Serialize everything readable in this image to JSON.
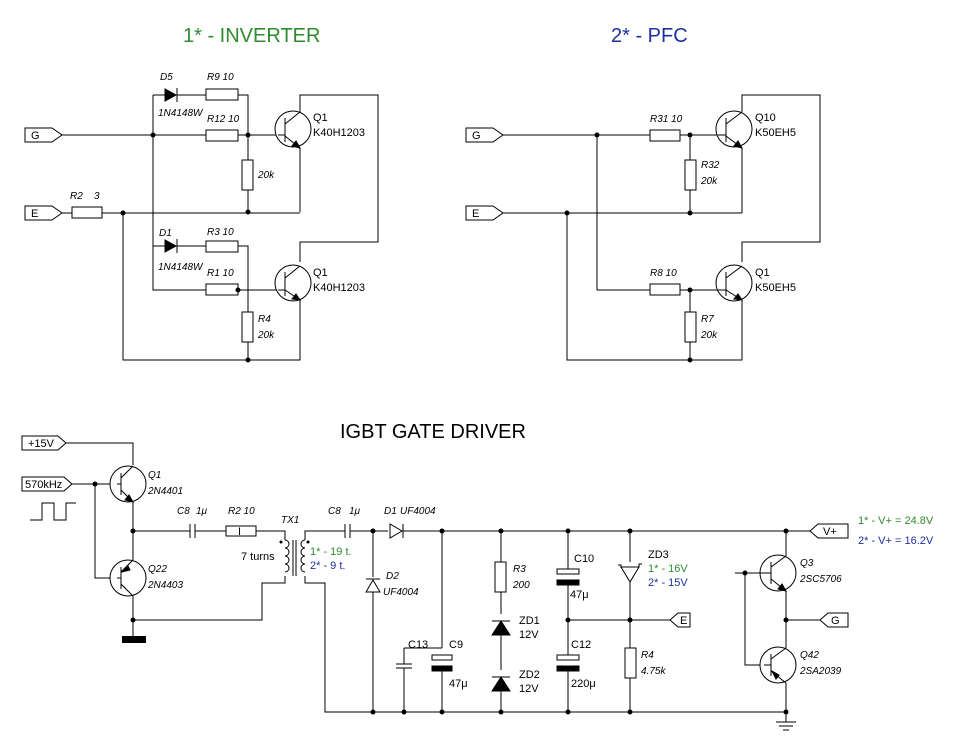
{
  "titles": {
    "inverter": "1* - INVERTER",
    "pfc": "2* - PFC",
    "driver": "IGBT GATE DRIVER"
  },
  "colors": {
    "inverter": "#2e8b2e",
    "pfc": "#1f2f9f"
  },
  "inverter": {
    "port_g": "G",
    "port_e": "E",
    "d5": "D5",
    "d5_part": "1N4148W",
    "r9": "R9 10",
    "r12": "R12 10",
    "q1_top": "Q1",
    "q1_top_part": "K40H1203",
    "r_20k_top": "20k",
    "r2": "R2",
    "r2_val": "3",
    "d1": "D1",
    "d1_part": "1N4148W",
    "r3": "R3 10",
    "r1": "R1 10",
    "q1_bot": "Q1",
    "q1_bot_part": "K40H1203",
    "r4": "R4",
    "r4_val": "20k"
  },
  "pfc": {
    "port_g": "G",
    "port_e": "E",
    "r31": "R31 10",
    "q10": "Q10",
    "q10_part": "K50EH5",
    "r32": "R32",
    "r32_val": "20k",
    "r8": "R8 10",
    "q1": "Q1",
    "q1_part": "K50EH5",
    "r7": "R7",
    "r7_val": "20k"
  },
  "driver": {
    "supply": "+15V",
    "input": "570kHz",
    "q1": "Q1",
    "q1_part": "2N4401",
    "q22": "Q22",
    "q22_part": "2N4403",
    "c8a": "C8",
    "c8a_val": "1μ",
    "r2": "R2 10",
    "tx1": "TX1",
    "turns_primary": "7 turns",
    "turns_sec_1": "1* - 19 t.",
    "turns_sec_2": "2* -  9 t.",
    "c8b": "C8",
    "c8b_val": "1μ",
    "d1": "D1",
    "d1_part": "UF4004",
    "d2": "D2",
    "d2_part": "UF4004",
    "c13": "C13",
    "c9": "C9",
    "c9_val": "47μ",
    "r3": "R3",
    "r3_val": "200",
    "zd1": "ZD1",
    "zd1_val": "12V",
    "zd2": "ZD2",
    "zd2_val": "12V",
    "c10": "C10",
    "c10_val": "47μ",
    "c12": "C12",
    "c12_val": "220μ",
    "zd3": "ZD3",
    "zd3_v1": "1* - 16V",
    "zd3_v2": "2* - 15V",
    "r4": "R4",
    "r4_val": "4.75k",
    "port_e": "E",
    "port_vplus": "V+",
    "port_g": "G",
    "vplus_1": "1* - V+ = 24.8V",
    "vplus_2": "2* - V+ = 16.2V",
    "q3": "Q3",
    "q3_part": "2SC5706",
    "q42": "Q42",
    "q42_part": "2SA2039"
  }
}
